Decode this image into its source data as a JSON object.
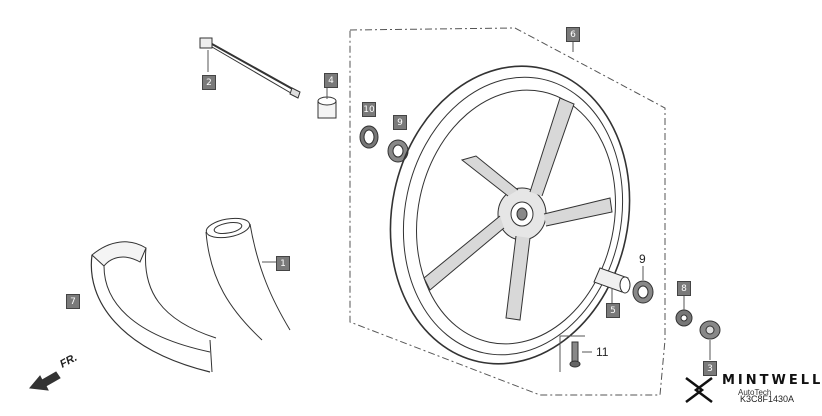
{
  "diagram": {
    "callouts": [
      "2",
      "4",
      "10",
      "9",
      "6",
      "7",
      "1",
      "5",
      "8",
      "3"
    ],
    "plain_labels": [
      "9",
      "11"
    ],
    "direction_label": "FR.",
    "brand": {
      "name": "MINTWELL",
      "sub": "AutoTech"
    },
    "diagram_code": "K3C8F1430A"
  }
}
